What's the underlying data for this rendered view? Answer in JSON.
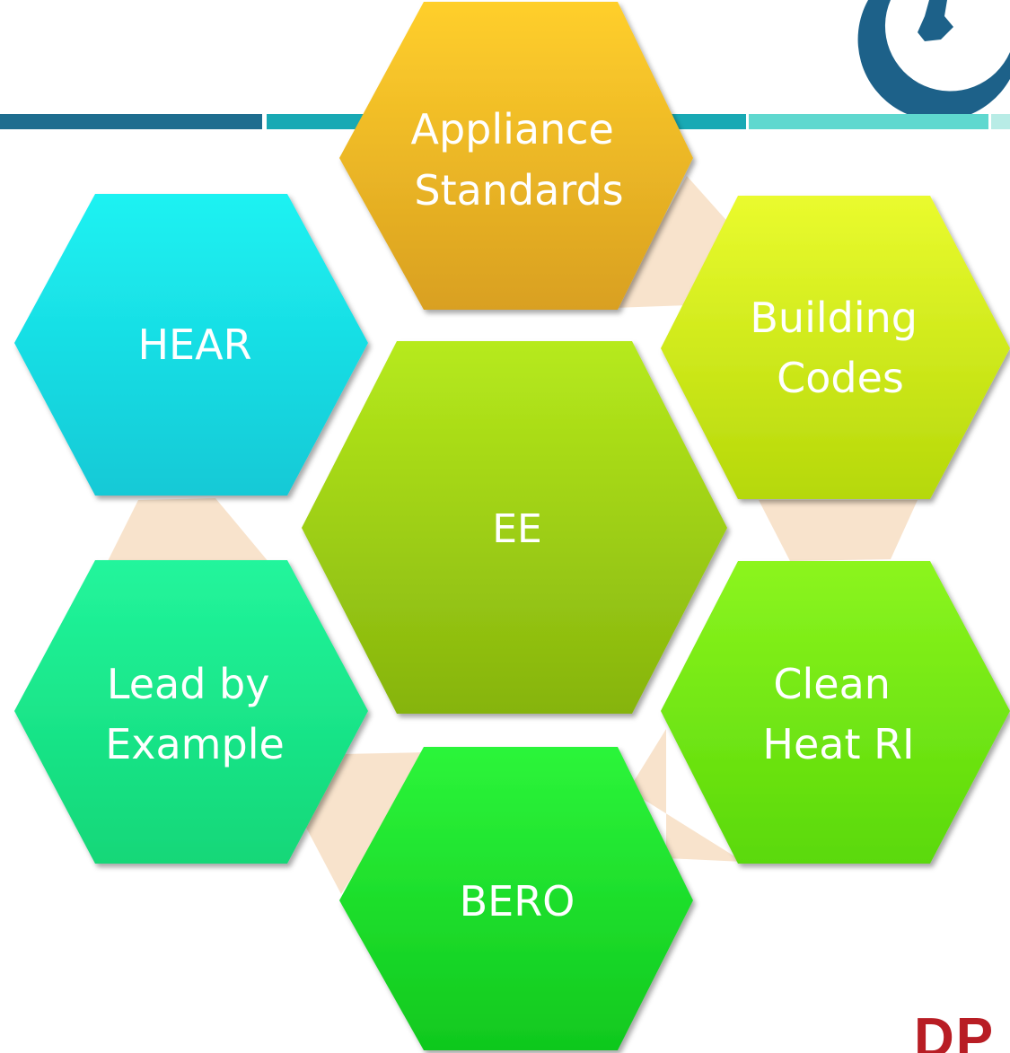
{
  "diagram": {
    "center": {
      "label": "EE"
    },
    "hexes": [
      {
        "id": "appliance-standards",
        "lines": [
          "Appliance",
          "Standards"
        ]
      },
      {
        "id": "building-codes",
        "lines": [
          "Building",
          "Codes"
        ]
      },
      {
        "id": "clean-heat-ri",
        "lines": [
          "Clean",
          "Heat RI"
        ]
      },
      {
        "id": "bero",
        "lines": [
          "BERO"
        ]
      },
      {
        "id": "lead-by-example",
        "lines": [
          "Lead by",
          "Example"
        ]
      },
      {
        "id": "hear",
        "lines": [
          "HEAR"
        ]
      }
    ]
  },
  "brand": {
    "corner_text": "DP"
  },
  "colors": {
    "header_line_dark": "#1e6d8f",
    "header_line_teal": "#18a9b4",
    "header_line_light": "#5fd8cf",
    "connector": "#f8e3cc",
    "logo_blue": "#1d6189",
    "brand_red": "#b81d24"
  }
}
